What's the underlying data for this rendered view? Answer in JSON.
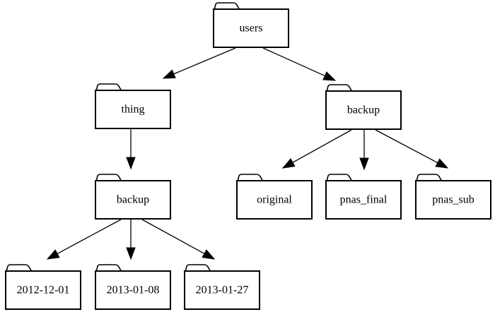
{
  "diagram": {
    "nodes": {
      "users": "users",
      "thing": "thing",
      "backup_right": "backup",
      "backup_left": "backup",
      "original": "original",
      "pnas_final": "pnas_final",
      "pnas_sub": "pnas_sub",
      "d20121201": "2012-12-01",
      "d20130108": "2013-01-08",
      "d20130127": "2013-01-27"
    },
    "node_icon": "folder-icon",
    "edges": [
      [
        "users",
        "thing"
      ],
      [
        "users",
        "backup_right"
      ],
      [
        "thing",
        "backup_left"
      ],
      [
        "backup_right",
        "original"
      ],
      [
        "backup_right",
        "pnas_final"
      ],
      [
        "backup_right",
        "pnas_sub"
      ],
      [
        "backup_left",
        "d20121201"
      ],
      [
        "backup_left",
        "d20130108"
      ],
      [
        "backup_left",
        "d20130127"
      ]
    ]
  }
}
